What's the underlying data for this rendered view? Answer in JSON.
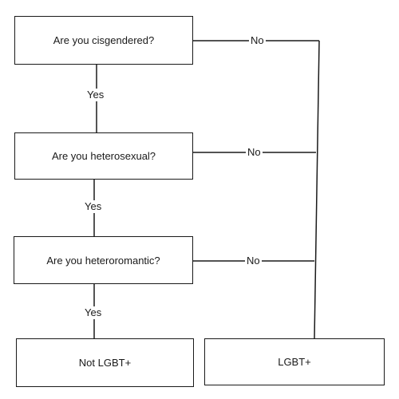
{
  "nodes": {
    "q1": "Are you cisgendered?",
    "q2": "Are you heterosexual?",
    "q3": "Are you heteroromantic?",
    "result_not": "Not LGBT+",
    "result_lgbt": "LGBT+"
  },
  "edges": {
    "q1_yes": "Yes",
    "q2_yes": "Yes",
    "q3_yes": "Yes",
    "q1_no": "No",
    "q2_no": "No",
    "q3_no": "No"
  }
}
